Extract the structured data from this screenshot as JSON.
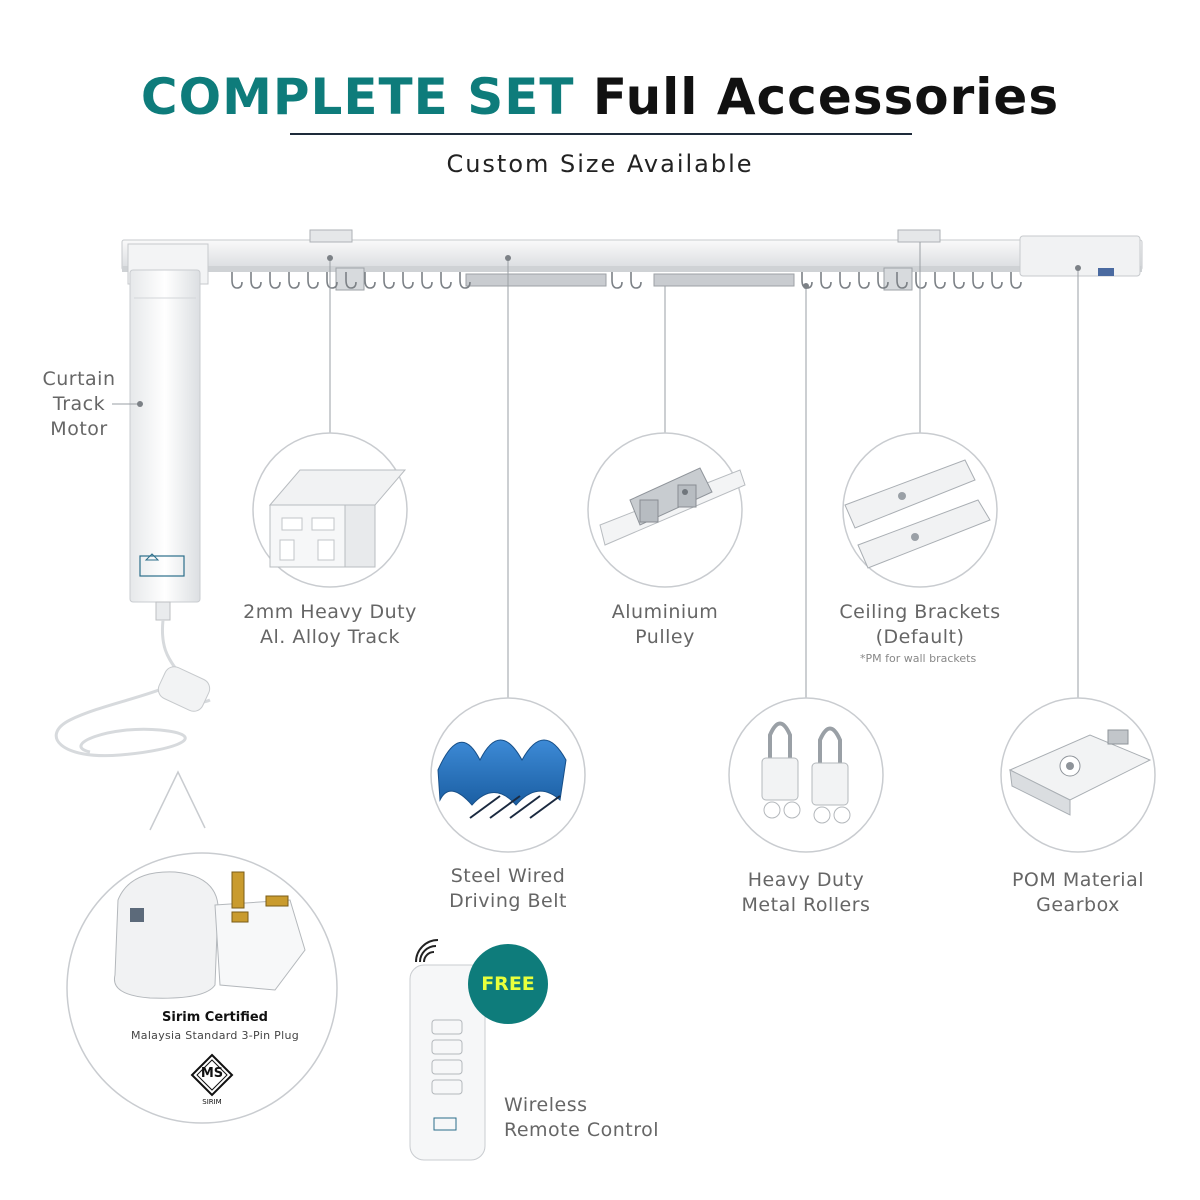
{
  "header": {
    "title_accent": "COMPLETE SET",
    "title_rest": "Full Accessories",
    "subtitle": "Custom Size Available"
  },
  "labels": {
    "motor": [
      "Curtain",
      "Track",
      "Motor"
    ],
    "track": [
      "2mm Heavy Duty",
      "Al. Alloy Track"
    ],
    "pulley": [
      "Aluminium",
      "Pulley"
    ],
    "brackets": [
      "Ceiling Brackets",
      "(Default)"
    ],
    "brackets_note": "*PM for wall brackets",
    "belt": [
      "Steel Wired",
      "Driving Belt"
    ],
    "rollers": [
      "Heavy Duty",
      "Metal Rollers"
    ],
    "gearbox": [
      "POM Material",
      "Gearbox"
    ],
    "remote": [
      "Wireless",
      "Remote Control"
    ]
  },
  "plug": {
    "title": "Sirim Certified",
    "subtitle": "Malaysia Standard 3-Pin Plug",
    "mark_text": "MS",
    "mark_sub": "SIRIM"
  },
  "badge": {
    "free": "FREE"
  },
  "colors": {
    "accent": "#0e7c7b",
    "badge_text": "#e8ff3c",
    "belt": "#1f6db5"
  },
  "icons": [
    "motor-icon",
    "track-icon",
    "pulley-icon",
    "bracket-icon",
    "belt-icon",
    "roller-icon",
    "gearbox-icon",
    "plug-icon",
    "remote-icon",
    "wifi-icon"
  ]
}
